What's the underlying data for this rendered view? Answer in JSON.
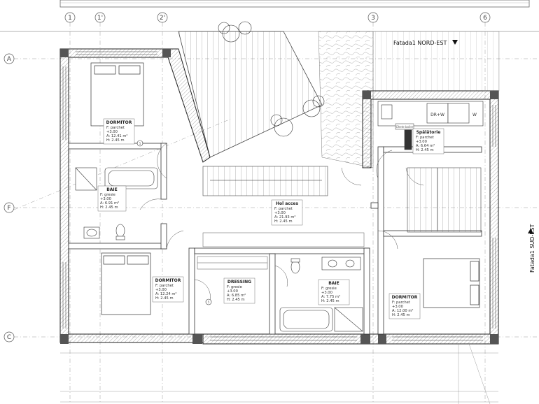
{
  "facades": {
    "north_east": "Fatada1 NORD-EST",
    "south_east": "Fatada1 SUD-EST"
  },
  "grid_axes": {
    "vertical": [
      "1",
      "1'",
      "2'",
      "3",
      "6"
    ],
    "horizontal": [
      "A",
      "F",
      "C"
    ]
  },
  "rooms": [
    {
      "id": "dormitor-1",
      "name": "DORMITOR",
      "floor": "F: parchet",
      "level": "+3.00",
      "area": "A: 12.41 m²",
      "height": "H: 2.45 m"
    },
    {
      "id": "baie-1",
      "name": "BAIE",
      "floor": "F: gresie",
      "level": "+3.00",
      "area": "A: 6.91 m²",
      "height": "H: 2.45 m"
    },
    {
      "id": "dormitor-2",
      "name": "DORMITOR",
      "floor": "F: parchet",
      "level": "+3.00",
      "area": "A: 12.24 m²",
      "height": "H: 2.45 m"
    },
    {
      "id": "dressing",
      "name": "DRESSING",
      "floor": "F: gresie",
      "level": "+3.00",
      "area": "A: 6.85 m²",
      "height": "H: 2.45 m"
    },
    {
      "id": "baie-2",
      "name": "BAIE",
      "floor": "F: gresie",
      "level": "+3.00",
      "area": "A: 7.75 m²",
      "height": "H: 2.45 m"
    },
    {
      "id": "dormitor-3",
      "name": "DORMITOR",
      "floor": "F: parchet",
      "level": "+3.00",
      "area": "A: 12.00 m²",
      "height": "H: 2.45 m"
    },
    {
      "id": "hol-acces",
      "name": "Hol acces",
      "floor": "F: parchet",
      "level": "+3.00",
      "area": "A: 21.93 m²",
      "height": "H: 2.45 m"
    },
    {
      "id": "spalatorie",
      "name": "Spălătorie",
      "floor": "F: parchet",
      "level": "+3.00",
      "area": "A: 6.64 m²",
      "height": "H: 2.45 m"
    }
  ],
  "fixtures": {
    "dryer_washer": "DR+W",
    "washer": "W",
    "boiler": "Ghete boiler"
  },
  "markers": {
    "section_5": "5"
  }
}
